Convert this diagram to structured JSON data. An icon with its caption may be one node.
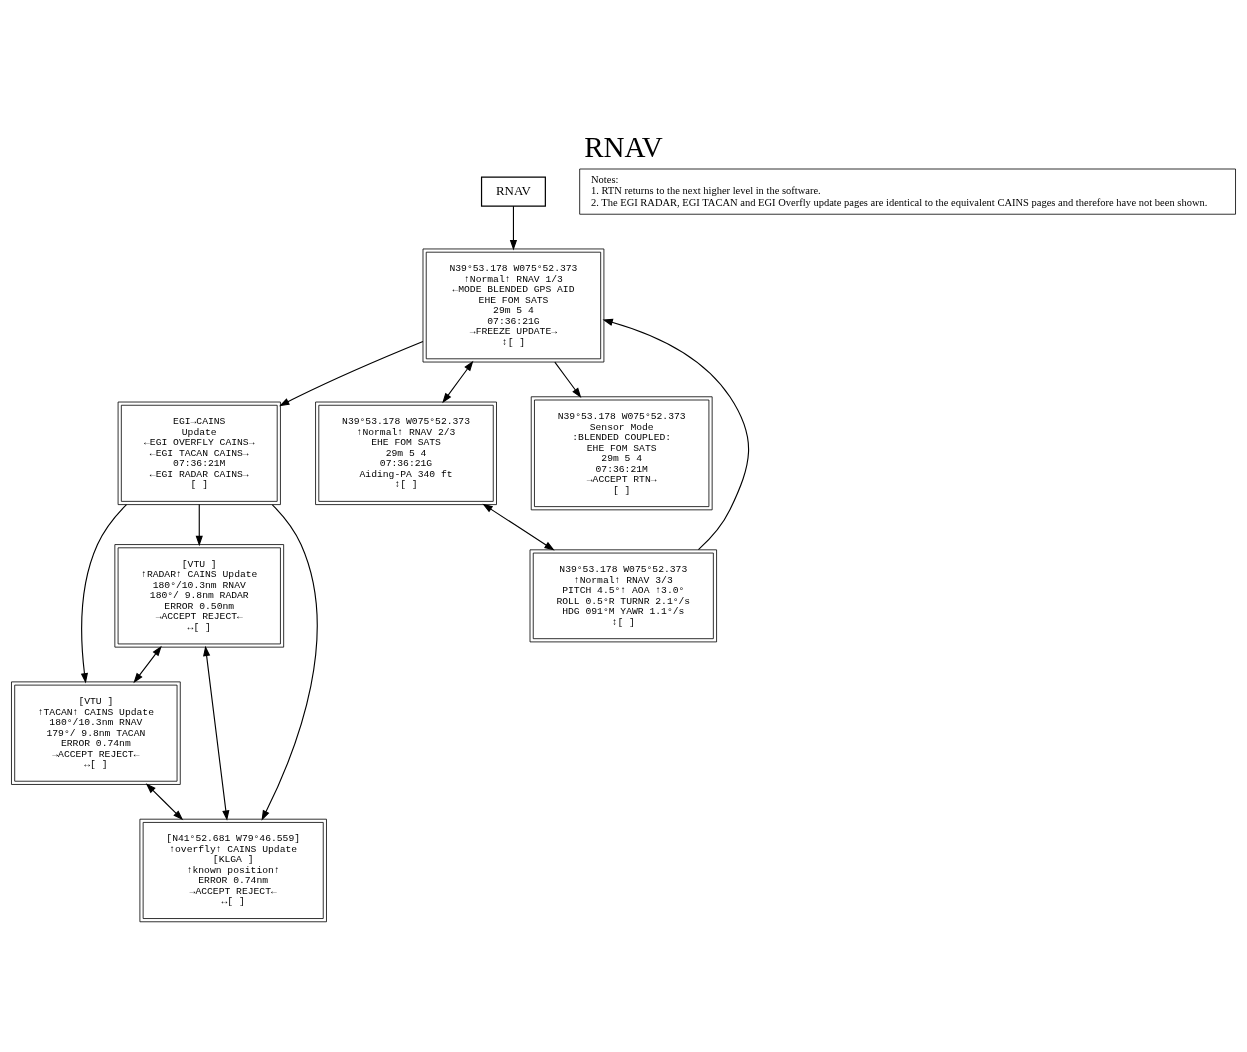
{
  "diagram": {
    "title": "RNAV",
    "nodes": [
      {
        "text": [
          "RNAV"
        ]
      },
      {
        "text": [
          "N39°53.178 W075°52.373",
          "↑Normal↑ RNAV 1/3",
          "←MODE BLENDED GPS AID",
          "EHE FOM SATS",
          "29m 5 4",
          "07:36:21G",
          "→FREEZE UPDATE→",
          "↕[ ]"
        ]
      },
      {
        "text": [
          "EGI→CAINS",
          "Update",
          "←EGI OVERFLY CAINS→",
          "←EGI TACAN CAINS→",
          "07:36:21M",
          "←EGI RADAR CAINS→",
          "[ ]"
        ]
      },
      {
        "text": [
          "N39°53.178 W075°52.373",
          "↑Normal↑ RNAV 2/3",
          "EHE FOM SATS",
          "29m 5 4",
          "07:36:21G",
          "Aiding-PA 340 ft",
          "↕[ ]"
        ]
      },
      {
        "text": [
          "N39°53.178 W075°52.373",
          "Sensor Mode",
          ":BLENDED COUPLED:",
          "EHE FOM SATS",
          "29m 5 4",
          "07:36:21M",
          "→ACCEPT RTN→",
          "[ ]"
        ]
      },
      {
        "text": [
          "N39°53.178 W075°52.373",
          "↑Normal↑ RNAV 3/3",
          "PITCH 4.5°↑ AOA ↑3.0°",
          "ROLL 0.5°R TURNR 2.1°/s",
          "HDG 091°M YAWR 1.1°/s",
          "↕[ ]"
        ]
      },
      {
        "text": [
          "[VTU ]",
          "↑RADAR↑ CAINS Update",
          "180°/10.3nm RNAV",
          "180°/ 9.8nm RADAR",
          "ERROR 0.50nm",
          "→ACCEPT REJECT←",
          "↔[ ]"
        ]
      },
      {
        "text": [
          "[VTU ]",
          "↑TACAN↑ CAINS Update",
          "180°/10.3nm RNAV",
          "179°/ 9.8nm TACAN",
          "ERROR 0.74nm",
          "→ACCEPT REJECT←",
          "↔[ ]"
        ]
      },
      {
        "text": [
          "[N41°52.681 W79°46.559]",
          "↑overfly↑ CAINS Update",
          "[KLGA ]",
          "↑known position↑",
          "ERROR 0.74nm",
          "→ACCEPT REJECT←",
          "↔[ ]"
        ]
      },
      {
        "text": [
          "Notes:",
          "1. RTN returns to the next higher level in the software.",
          "2. The EGI RADAR, EGI TACAN and EGI Overfly update pages are identical to the equivalent CAINS pages and therefore have not been shown."
        ]
      }
    ],
    "edges": [
      {
        "from": 0,
        "to": 1,
        "arrow": "to"
      },
      {
        "from": 1,
        "to": 2,
        "arrow": "to"
      },
      {
        "from": 1,
        "to": 4,
        "arrow": "to"
      },
      {
        "from": 5,
        "to": 1,
        "arrow": "to"
      },
      {
        "from": 1,
        "to": 3,
        "arrow": "both"
      },
      {
        "from": 3,
        "to": 5,
        "arrow": "both"
      },
      {
        "from": 2,
        "to": 6,
        "arrow": "to"
      },
      {
        "from": 2,
        "to": 7,
        "arrow": "to"
      },
      {
        "from": 2,
        "to": 8,
        "arrow": "to"
      },
      {
        "from": 6,
        "to": 7,
        "arrow": "both"
      },
      {
        "from": 7,
        "to": 8,
        "arrow": "both"
      },
      {
        "from": 8,
        "to": 6,
        "arrow": "both"
      }
    ]
  }
}
